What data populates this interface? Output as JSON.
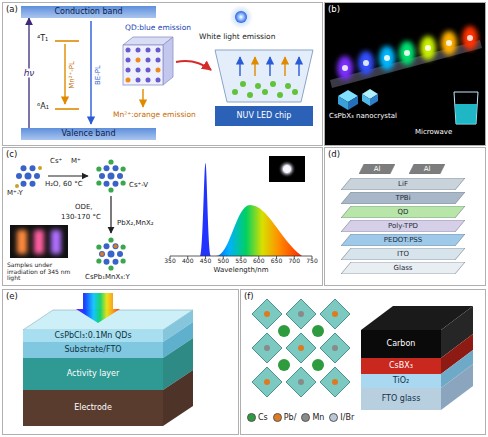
{
  "diagram": {
    "nodes": [
      {
        "text": [
          "(a)"
        ]
      },
      {
        "text": [
          "Conduction band"
        ],
        "in": 0
      },
      {
        "text": [
          "Valence band"
        ],
        "in": 0
      },
      {
        "text": [
          "NUV LED chip"
        ],
        "in": 0
      },
      {
        "text": [
          "(b)"
        ]
      },
      {
        "text": [
          "(c)"
        ]
      },
      {
        "text": [
          "(d)"
        ]
      },
      {
        "text": [
          "Al"
        ],
        "in": 6
      },
      {
        "text": [
          "Al"
        ],
        "in": 6
      },
      {
        "text": [
          "LiF"
        ],
        "in": 6
      },
      {
        "text": [
          "TPBi"
        ],
        "in": 6
      },
      {
        "text": [
          "QD"
        ],
        "in": 6
      },
      {
        "text": [
          "Poly-TPD"
        ],
        "in": 6
      },
      {
        "text": [
          "PEDOT:PSS"
        ],
        "in": 6
      },
      {
        "text": [
          "ITO"
        ],
        "in": 6
      },
      {
        "text": [
          "Glass"
        ],
        "in": 6
      },
      {
        "text": [
          "(e)"
        ]
      },
      {
        "text": [
          "CsPbCl₃:0.1Mn QDs"
        ],
        "in": 16
      },
      {
        "text": [
          "Substrate/FTO"
        ],
        "in": 16
      },
      {
        "text": [
          "Activity layer"
        ],
        "in": 16
      },
      {
        "text": [
          "Electrode"
        ],
        "in": 16
      },
      {
        "text": [
          "(f)"
        ]
      },
      {
        "text": [
          "Carbon"
        ],
        "in": 21
      },
      {
        "text": [
          "CsBX₃"
        ],
        "in": 21
      },
      {
        "text": [
          "TiO₂"
        ],
        "in": 21
      },
      {
        "text": [
          "FTO glass"
        ],
        "in": 21
      }
    ],
    "edges": [
      {
        "from": 2,
        "to": 1,
        "arrow": "to",
        "label": "hν"
      }
    ],
    "labels": [
      "⁴T₁",
      "⁶A₁",
      "Mn²⁺-PL",
      "BE-PL",
      "QD:blue emission",
      "White light emission",
      "Mn²⁺:orange emission",
      "CsPbX₃ nanocrystal",
      "Microwave",
      "M⁺-Y",
      "Cs⁺",
      "M⁺",
      "Cs⁺-V",
      "H₂O, 60 °C",
      "ODE,",
      "130-170 °C",
      "PbX₂,MnX₂",
      "Samples under irradiation of 345 nm light",
      "CsPb₁MnX₃:Y",
      "350",
      "400",
      "450",
      "500",
      "550",
      "600",
      "650",
      "700",
      "750",
      "Wavelength/nm"
    ],
    "legend": [
      {
        "text": "Cs",
        "color": "#2e9b3e"
      },
      {
        "text": "Pb/",
        "color": "#e07a20"
      },
      {
        "text": "Mn",
        "color": "#8a8a8a"
      },
      {
        "text": "I/Br",
        "color": "#b9c7d6"
      }
    ]
  }
}
